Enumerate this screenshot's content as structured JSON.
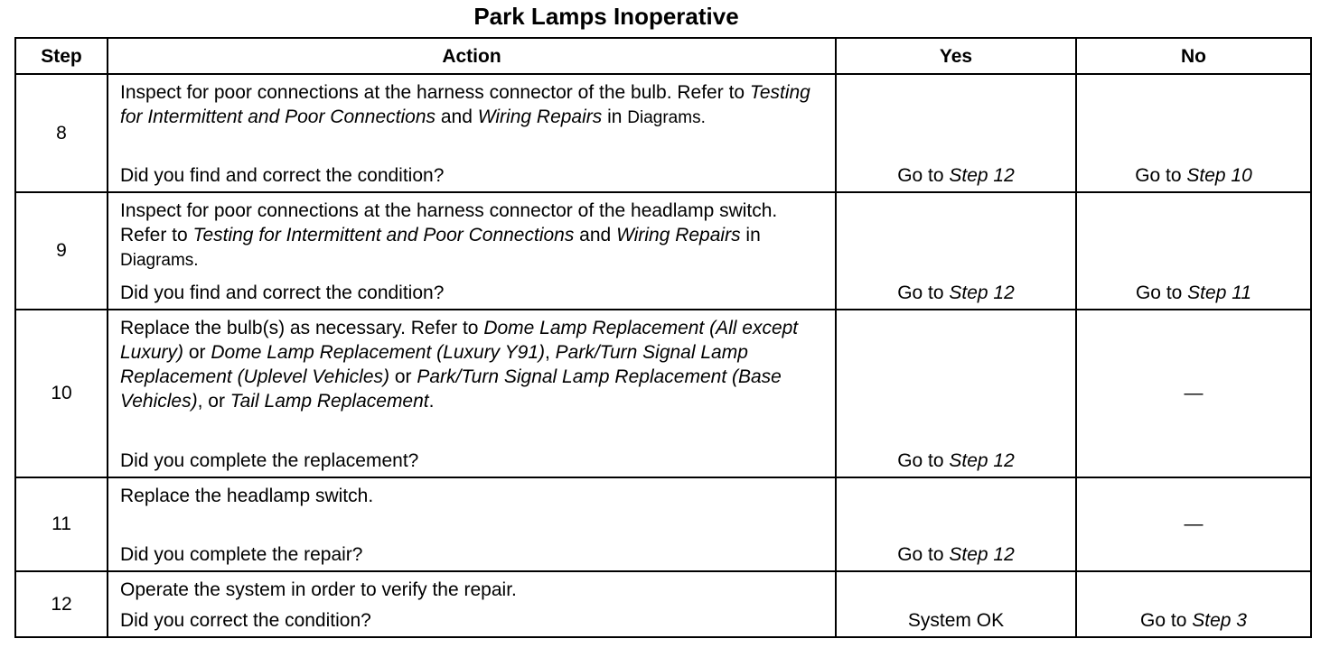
{
  "title": "Park Lamps Inoperative",
  "headers": {
    "step": "Step",
    "action": "Action",
    "yes": "Yes",
    "no": "No"
  },
  "rows": [
    {
      "step": "8",
      "instruction": [
        {
          "text": "Inspect for poor connections at the harness connector of the bulb. Refer to ",
          "italic": false
        },
        {
          "text": "Testing for Intermittent and Poor Connections",
          "italic": true
        },
        {
          "text": " and ",
          "italic": false
        },
        {
          "text": "Wiring Repairs",
          "italic": true
        },
        {
          "text": " in ",
          "italic": false
        },
        {
          "text": "Diagrams.",
          "italic": false,
          "small": true
        }
      ],
      "question": "Did you find and correct the condition?",
      "yes": [
        {
          "text": "Go to ",
          "italic": false
        },
        {
          "text": "Step 12",
          "italic": true
        }
      ],
      "no": [
        {
          "text": "Go to ",
          "italic": false
        },
        {
          "text": "Step 10",
          "italic": true
        }
      ]
    },
    {
      "step": "9",
      "instruction": [
        {
          "text": "Inspect for poor connections at the harness connector of the headlamp switch. Refer to ",
          "italic": false
        },
        {
          "text": "Testing for Intermittent and Poor Connections",
          "italic": true
        },
        {
          "text": " and ",
          "italic": false
        },
        {
          "text": "Wiring Repairs",
          "italic": true
        },
        {
          "text": " in ",
          "italic": false
        },
        {
          "text": "Diagrams.",
          "italic": false,
          "small": true
        }
      ],
      "question": "Did you find and correct the condition?",
      "yes": [
        {
          "text": "Go to ",
          "italic": false
        },
        {
          "text": "Step 12",
          "italic": true
        }
      ],
      "no": [
        {
          "text": "Go to ",
          "italic": false
        },
        {
          "text": "Step 11",
          "italic": true
        }
      ]
    },
    {
      "step": "10",
      "instruction": [
        {
          "text": "Replace the bulb(s) as necessary. Refer to ",
          "italic": false
        },
        {
          "text": "Dome Lamp Replacement (All except Luxury)",
          "italic": true
        },
        {
          "text": " or ",
          "italic": false
        },
        {
          "text": "Dome Lamp Replacement (Luxury Y91)",
          "italic": true
        },
        {
          "text": ", ",
          "italic": false
        },
        {
          "text": "Park/Turn Signal Lamp Replacement (Uplevel Vehicles)",
          "italic": true
        },
        {
          "text": " or ",
          "italic": false
        },
        {
          "text": "Park/Turn Signal Lamp Replacement (Base Vehicles)",
          "italic": true
        },
        {
          "text": ", or ",
          "italic": false
        },
        {
          "text": "Tail Lamp Replacement",
          "italic": true
        },
        {
          "text": ".",
          "italic": false
        }
      ],
      "question": "Did you complete the replacement?",
      "yes": [
        {
          "text": "Go to ",
          "italic": false
        },
        {
          "text": "Step 12",
          "italic": true
        }
      ],
      "no": "—"
    },
    {
      "step": "11",
      "instruction": [
        {
          "text": "Replace the headlamp switch.",
          "italic": false
        }
      ],
      "question": "Did you complete the repair?",
      "yes": [
        {
          "text": "Go to ",
          "italic": false
        },
        {
          "text": "Step 12",
          "italic": true
        }
      ],
      "no": "—"
    },
    {
      "step": "12",
      "instruction": [
        {
          "text": "Operate the system in order to verify the repair.",
          "italic": false
        }
      ],
      "question": "Did you correct the condition?",
      "yes": [
        {
          "text": "System OK",
          "italic": false
        }
      ],
      "no": [
        {
          "text": "Go to ",
          "italic": false
        },
        {
          "text": "Step 3",
          "italic": true
        }
      ]
    }
  ]
}
